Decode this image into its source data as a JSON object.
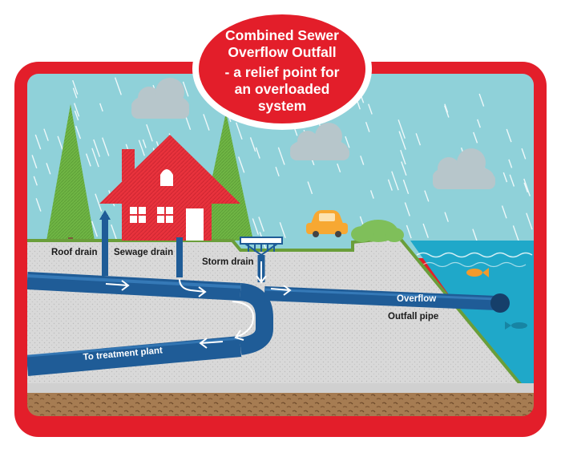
{
  "title": {
    "line1": "Combined Sewer",
    "line2": "Overflow Outfall",
    "line3": "- a relief point for",
    "line4": "an overloaded",
    "line5": "system"
  },
  "labels": {
    "roof_drain": "Roof drain",
    "sewage_drain": "Sewage drain",
    "storm_drain": "Storm drain",
    "overflow": "Overflow",
    "outfall_pipe": "Outfall pipe",
    "to_treatment_plant": "To treatment plant"
  },
  "colors": {
    "frame": "#e31e2a",
    "sky": "#8fd1d9",
    "ground": "#d8d8d8",
    "pipe": "#1f5c97",
    "pipe_highlight": "#3f86c4",
    "water": "#1fa8c9",
    "house": "#e8323c",
    "tree": "#6fb544",
    "grass": "#6a9e3a",
    "soil": "#a67c52",
    "car": "#f7a832",
    "fish": "#f39a2b",
    "cloud": "#b7c6cb"
  }
}
